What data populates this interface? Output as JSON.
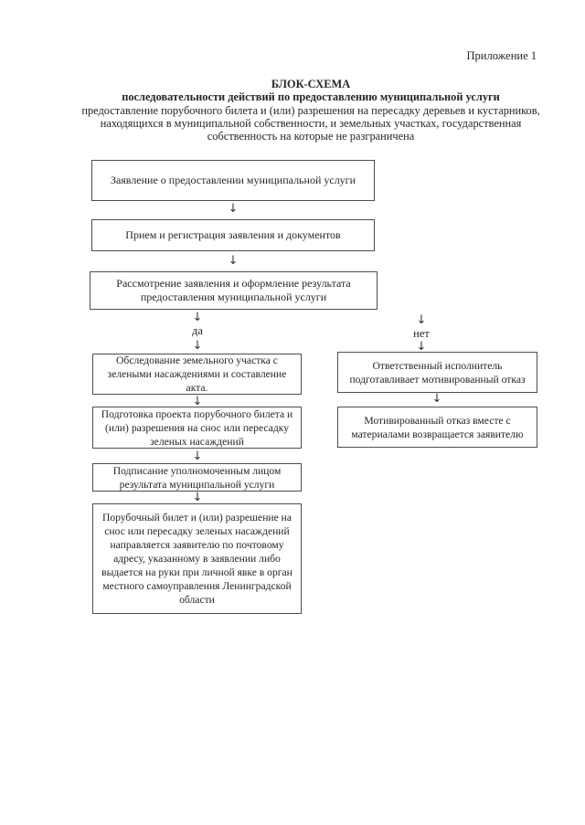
{
  "colors": {
    "background": "#ffffff",
    "text": "#262626",
    "box_border": "#4d4d4d"
  },
  "page": {
    "annotation": "Приложение 1",
    "title": {
      "heading": "БЛОК-СХЕМА",
      "subheading": "последовательности действий по предоставлению муниципальной услуги",
      "line3": "предоставление порубочного билета и (или) разрешения на пересадку деревьев и кустарников,",
      "line4": "находящихся в муниципальной собственности, и земельных участках, государственная",
      "line5": "собственность на которые не разграничена"
    }
  },
  "flowchart": {
    "arrow_glyph": "↓",
    "top_sequence": [
      {
        "id": "application",
        "text": "Заявление о предоставлении муниципальной услуги"
      },
      {
        "id": "registration",
        "text": "Прием и регистрация заявления и документов"
      },
      {
        "id": "review",
        "text": "Рассмотрение заявления и оформление результата предоставления муниципальной услуги"
      }
    ],
    "branches": {
      "yes": {
        "label": "да",
        "steps": [
          {
            "id": "inspection",
            "text": "Обследование земельного участка с зелеными насаждениями и составление акта."
          },
          {
            "id": "permit_draft",
            "text": "Подготовка проекта порубочного билета и (или) разрешения на снос или пересадку зеленых насаждений"
          },
          {
            "id": "signing",
            "text": "Подписание уполномоченным лицом результата муниципальной услуги"
          },
          {
            "id": "delivery",
            "text": "Порубочный билет и (или) разрешение на снос или пересадку зеленых насаждений направляется заявителю по почтовому адресу, указанному в заявлении либо выдается на руки при личной явке в орган местного самоуправления Ленинградской области"
          }
        ]
      },
      "no": {
        "label": "нет",
        "steps": [
          {
            "id": "refusal_preparation",
            "text": "Ответственный исполнитель подготавливает мотивированный отказ"
          },
          {
            "id": "refusal_return",
            "text": "Мотивированный отказ вместе с материалами возвращается заявителю"
          }
        ]
      }
    }
  }
}
